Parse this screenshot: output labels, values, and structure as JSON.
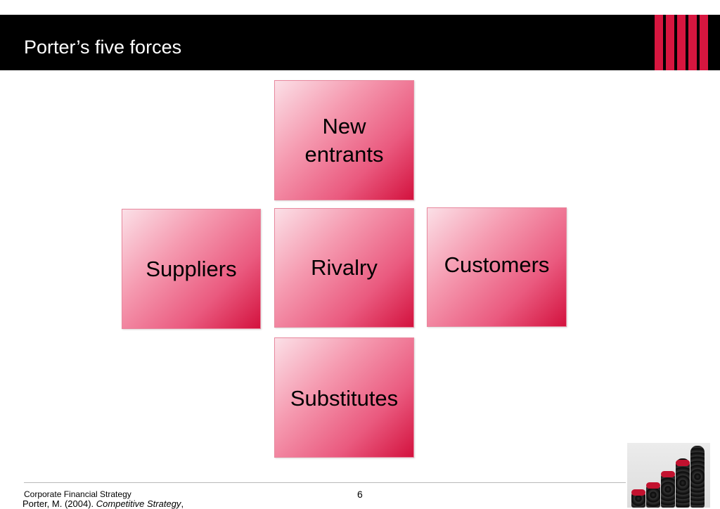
{
  "slide": {
    "title": "Porter’s five forces"
  },
  "forces": {
    "new_entrants": "New\nentrants",
    "suppliers": "Suppliers",
    "rivalry": "Rivalry",
    "customers": "Customers",
    "substitutes": "Substitutes"
  },
  "footer": {
    "course": "Corporate Financial Strategy",
    "citation_prefix": "Porter, M.  (2004).  ",
    "citation_title": "Competitive Strategy",
    "citation_suffix": ",",
    "page_number": "6"
  },
  "colors": {
    "header_background": "#000000",
    "accent_red": "#d7163f",
    "box_gradient_light": "#fbe0e7",
    "box_gradient_dark": "#d3123e"
  }
}
